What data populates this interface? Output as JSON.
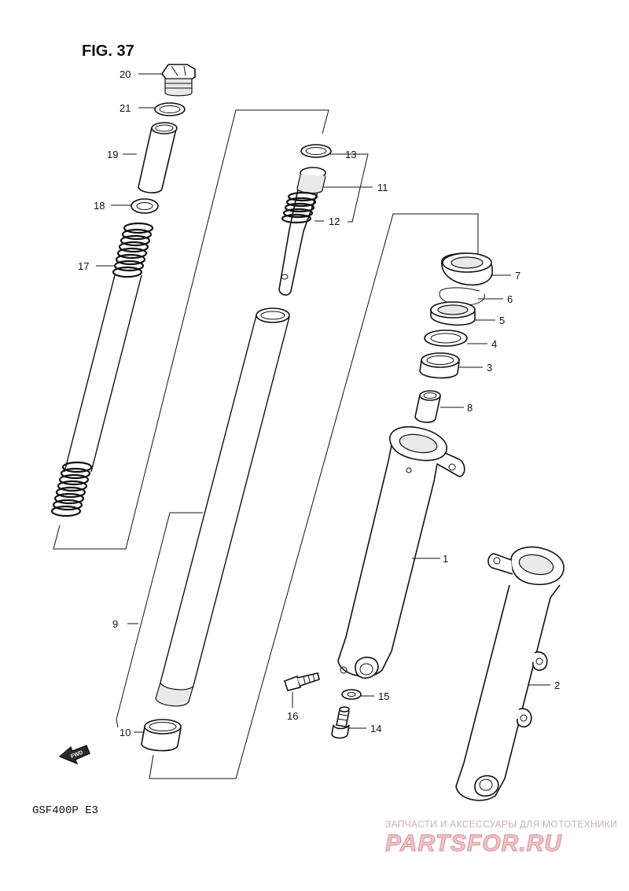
{
  "figure": {
    "title": "FIG. 37",
    "model_code": "GSF400P  E3",
    "fwd_label": "FWD"
  },
  "parts": [
    {
      "id": "p20",
      "label": "20"
    },
    {
      "id": "p21",
      "label": "21"
    },
    {
      "id": "p19",
      "label": "19"
    },
    {
      "id": "p18",
      "label": "18"
    },
    {
      "id": "p17",
      "label": "17"
    },
    {
      "id": "p13",
      "label": "13"
    },
    {
      "id": "p11",
      "label": "11"
    },
    {
      "id": "p12",
      "label": "12"
    },
    {
      "id": "p7",
      "label": "7"
    },
    {
      "id": "p6",
      "label": "6"
    },
    {
      "id": "p5",
      "label": "5"
    },
    {
      "id": "p4",
      "label": "4"
    },
    {
      "id": "p3",
      "label": "3"
    },
    {
      "id": "p8",
      "label": "8"
    },
    {
      "id": "p1",
      "label": "1"
    },
    {
      "id": "p9",
      "label": "9"
    },
    {
      "id": "p2",
      "label": "2"
    },
    {
      "id": "p15",
      "label": "15"
    },
    {
      "id": "p16",
      "label": "16"
    },
    {
      "id": "p14",
      "label": "14"
    },
    {
      "id": "p10",
      "label": "10"
    }
  ],
  "watermark": {
    "tagline": "ЗАПЧАСТИ И АКСЕССУАРЫ ДЛЯ МОТОТЕХНИКИ",
    "logo": "PARTSFOR.RU"
  }
}
